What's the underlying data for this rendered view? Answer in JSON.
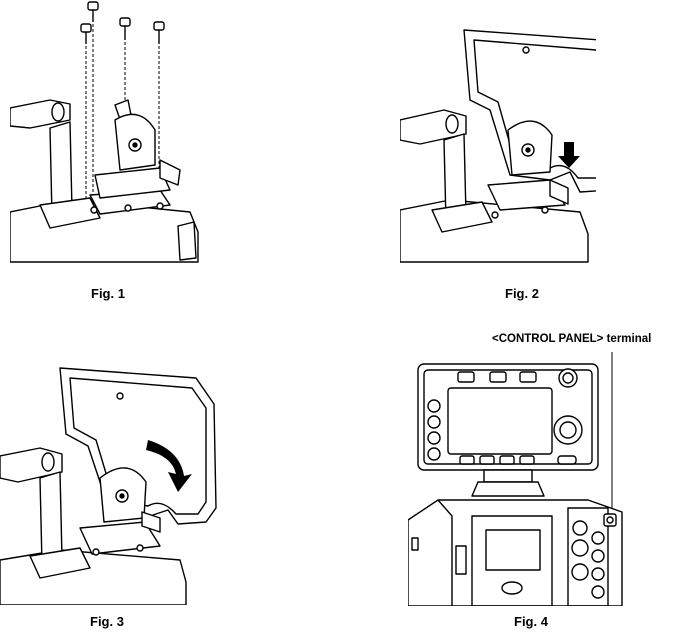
{
  "figures": [
    {
      "caption": "Fig. 1"
    },
    {
      "caption": "Fig. 2"
    },
    {
      "caption": "Fig. 3"
    },
    {
      "caption": "Fig. 4"
    }
  ],
  "callouts": {
    "control_panel_terminal": "<CONTROL PANEL> terminal"
  }
}
